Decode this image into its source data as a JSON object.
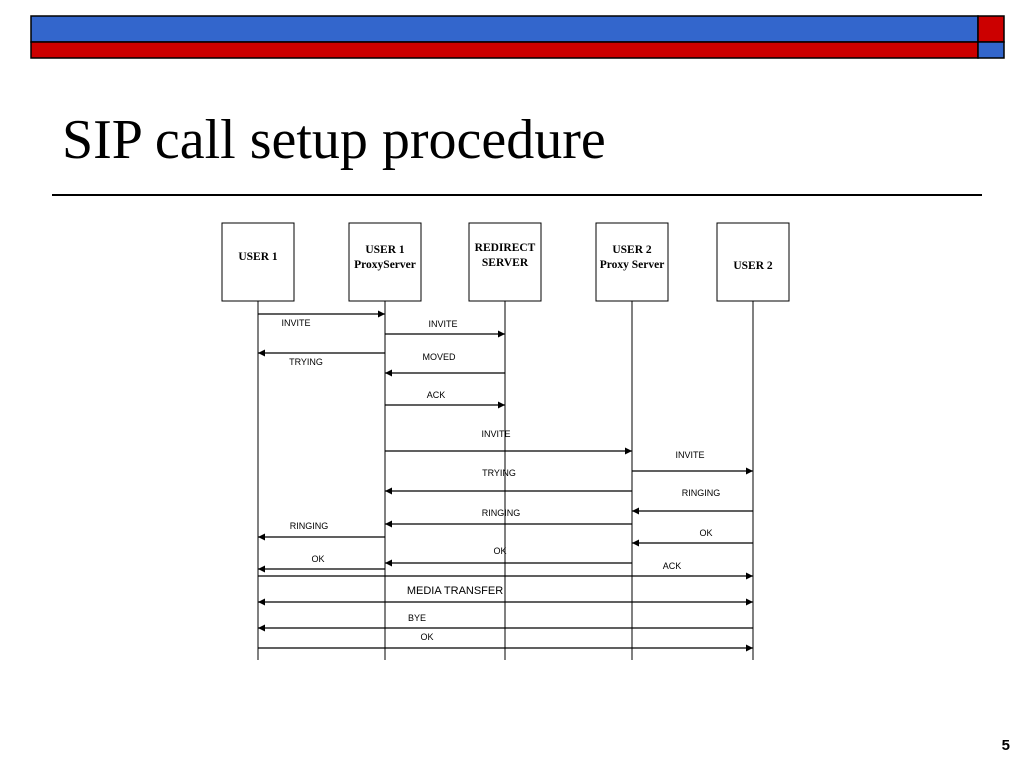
{
  "slide": {
    "title": "SIP call setup procedure",
    "page_number": "5"
  },
  "colors": {
    "banner_blue": "#3366CC",
    "banner_red": "#CC0000"
  },
  "participants": [
    {
      "name": "user1",
      "lines": [
        "USER 1"
      ]
    },
    {
      "name": "user1-proxy",
      "lines": [
        "USER 1",
        "ProxyServer"
      ]
    },
    {
      "name": "redirect-server",
      "lines": [
        "REDIRECT",
        "SERVER"
      ]
    },
    {
      "name": "user2-proxy",
      "lines": [
        "USER 2",
        "Proxy Server"
      ]
    },
    {
      "name": "user2",
      "lines": [
        "USER 2"
      ]
    }
  ],
  "messages": [
    {
      "from": 0,
      "to": 1,
      "label": "INVITE"
    },
    {
      "from": 1,
      "to": 2,
      "label": "INVITE"
    },
    {
      "from": 1,
      "to": 0,
      "label": "TRYING"
    },
    {
      "from": 2,
      "to": 1,
      "label": "MOVED"
    },
    {
      "from": 1,
      "to": 2,
      "label": "ACK"
    },
    {
      "from": 1,
      "to": 3,
      "label": "INVITE"
    },
    {
      "from": 3,
      "to": 4,
      "label": "INVITE"
    },
    {
      "from": 3,
      "to": 1,
      "label": "TRYING"
    },
    {
      "from": 4,
      "to": 3,
      "label": "RINGING"
    },
    {
      "from": 3,
      "to": 1,
      "label": "RINGING"
    },
    {
      "from": 1,
      "to": 0,
      "label": "RINGING"
    },
    {
      "from": 4,
      "to": 3,
      "label": "OK"
    },
    {
      "from": 3,
      "to": 1,
      "label": "OK"
    },
    {
      "from": 1,
      "to": 0,
      "label": "OK"
    },
    {
      "from": 0,
      "to": 4,
      "label": "ACK"
    },
    {
      "from": 0,
      "to": 4,
      "label": "MEDIA TRANSFER",
      "both": true
    },
    {
      "from": 4,
      "to": 0,
      "label": "BYE"
    },
    {
      "from": 0,
      "to": 4,
      "label": "OK"
    }
  ]
}
